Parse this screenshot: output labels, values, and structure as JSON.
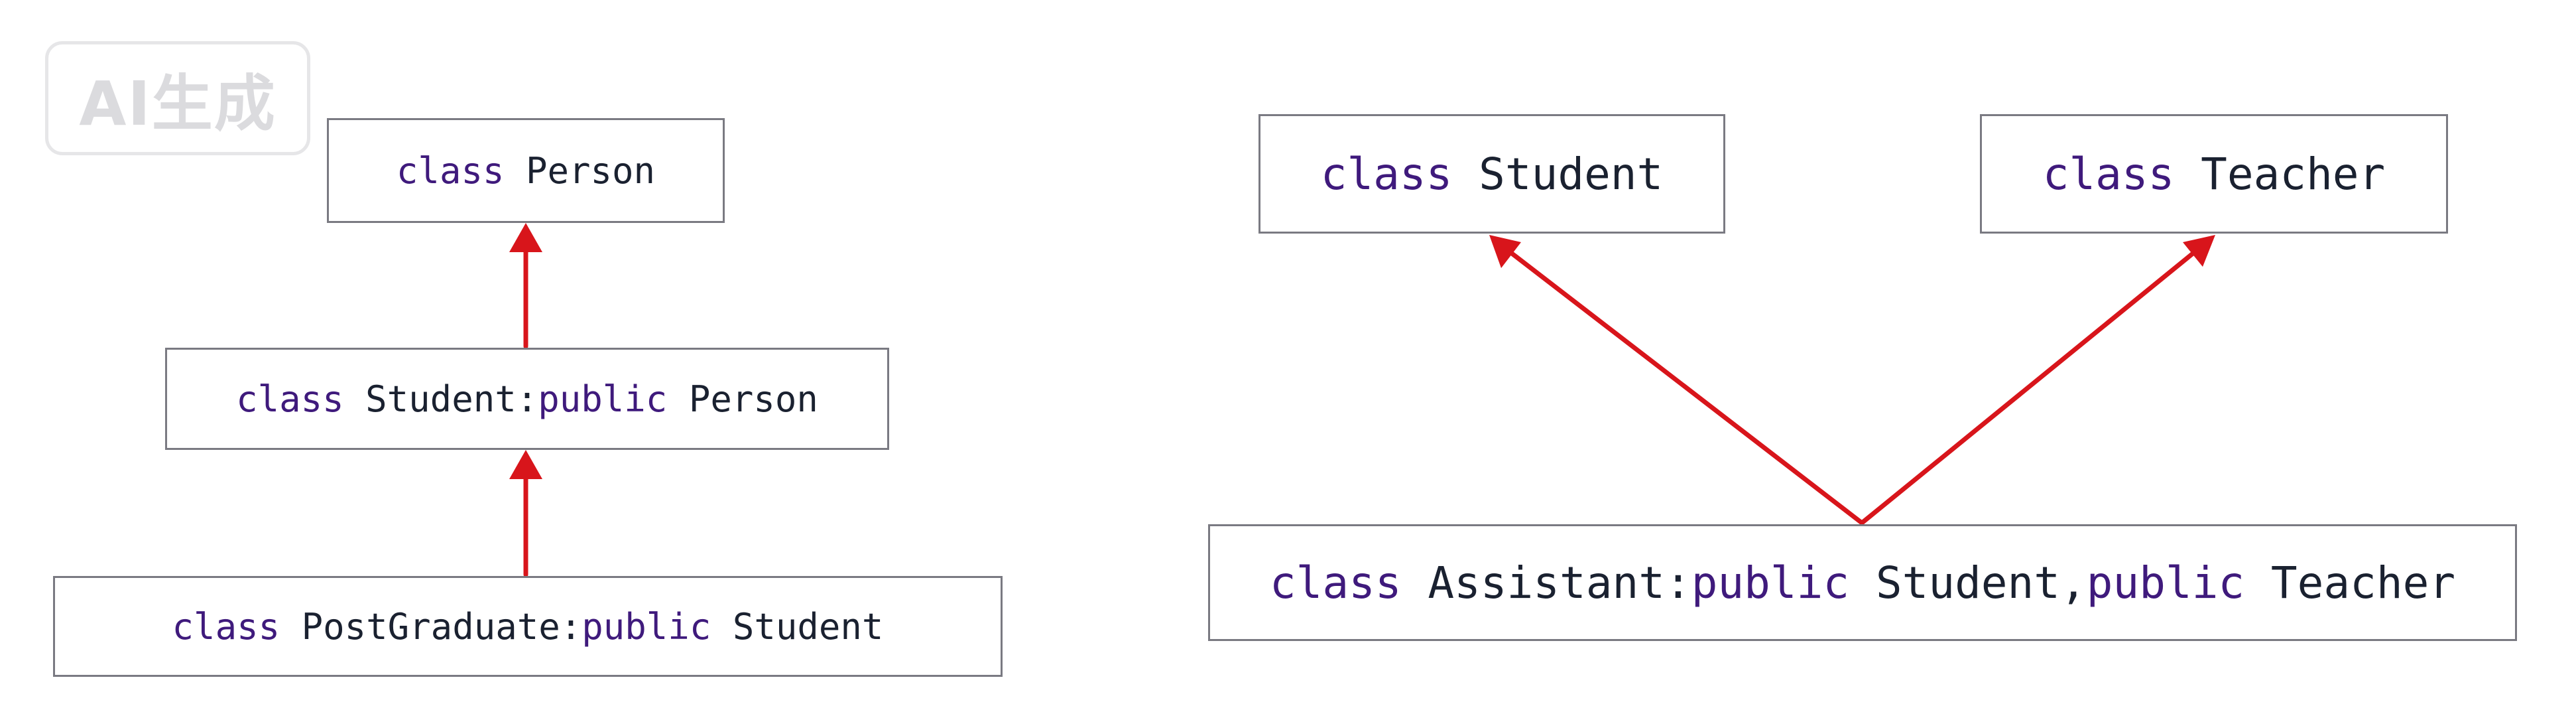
{
  "watermark": "AI生成",
  "colors": {
    "arrow": "#d8151b",
    "keyword": "#3f1a7c",
    "text": "#1a2130",
    "border": "#7a7a82"
  },
  "single_inheritance": {
    "person": {
      "kw": "class",
      "rest": " Person"
    },
    "student": {
      "kw1": "class",
      "mid": " Student:",
      "kw2": "public",
      "rest": " Person"
    },
    "postgraduate": {
      "kw1": "class",
      "mid": " PostGraduate:",
      "kw2": "public",
      "rest": " Student"
    }
  },
  "multiple_inheritance": {
    "student": {
      "kw": "class",
      "rest": " Student"
    },
    "teacher": {
      "kw": "class",
      "rest": " Teacher"
    },
    "assistant": {
      "kw1": "class",
      "mid": " Assistant:",
      "kw2": "public",
      "mid2": " Student,",
      "kw3": "public",
      "rest": " Teacher"
    }
  }
}
